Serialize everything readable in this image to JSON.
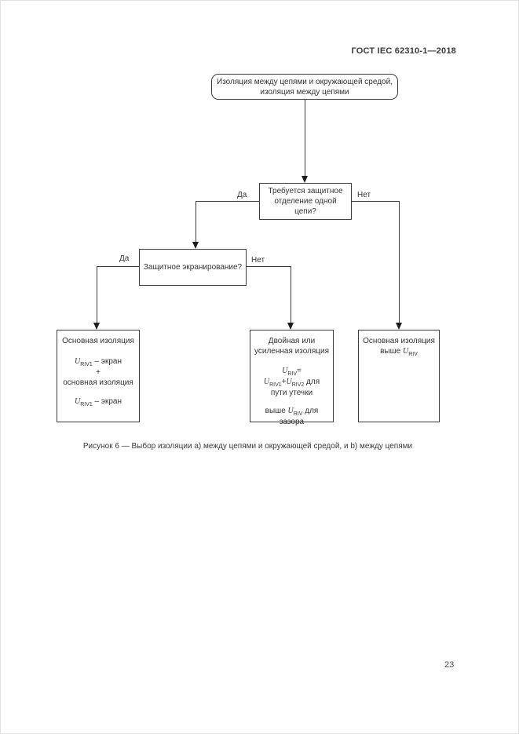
{
  "page": {
    "header": "ГОСТ IEC 62310-1—2018",
    "page_number": "23",
    "caption": "Рисунок 6 — Выбор изоляции a) между цепями и окружающей средой, и b) между цепями"
  },
  "flowchart": {
    "labels": {
      "yes": "Да",
      "no": "Нет"
    },
    "start": {
      "text": "Изоляция между цепями и окружающей средой, изоляция между цепями"
    },
    "decision_separation": {
      "text": "Требуется защитное отделение одной цепи?"
    },
    "decision_shielding": {
      "text": "Защитное экранирование?"
    },
    "result_shielded": {
      "title": "Основная изоляция",
      "f1": {
        "sym": "U",
        "sub": "RIV1",
        "rest": " – экран"
      },
      "plus": "+",
      "line2": "основная изоляция",
      "f2": {
        "sym": "U",
        "sub": "RIV1",
        "rest": " – экран"
      }
    },
    "result_double": {
      "title": "Двойная или усиленная изоляция",
      "f1": {
        "sym": "U",
        "sub": "RIV",
        "rest": "="
      },
      "f2": {
        "sym1": "U",
        "sub1": "RIV1",
        "op": "+",
        "sym2": "U",
        "sub2": "RIV2",
        "rest": " для"
      },
      "line2": "пути утечки",
      "f3": {
        "pre": "выше ",
        "sym": "U",
        "sub": "RIV",
        "rest": " для"
      },
      "line3": "зазора"
    },
    "result_basic": {
      "title": "Основная изоляция",
      "f1": {
        "pre": "выше ",
        "sym": "U",
        "sub": "RIV"
      }
    }
  }
}
